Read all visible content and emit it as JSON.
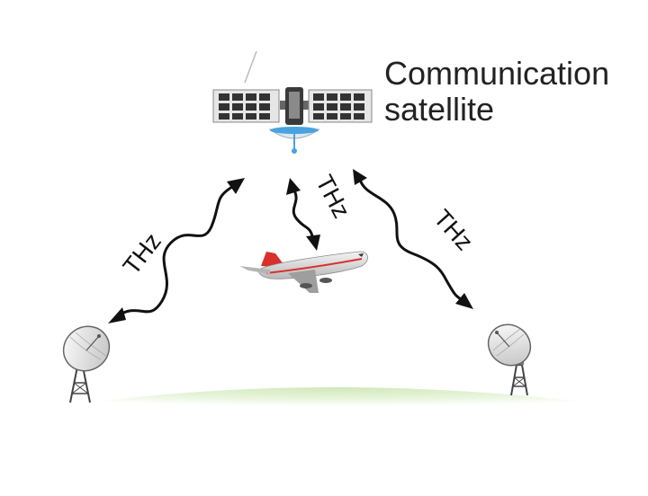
{
  "satellite": {
    "label_line1": "Communication",
    "label_line2": "satellite"
  },
  "links": [
    {
      "label": "THz",
      "from": "left-ground-station",
      "to": "satellite"
    },
    {
      "label": "THz",
      "from": "satellite",
      "to": "airplane"
    },
    {
      "label": "THz",
      "from": "satellite",
      "to": "right-ground-station"
    }
  ],
  "icons": [
    "satellite-icon",
    "airplane-icon",
    "dish-antenna-icon",
    "ground-icon"
  ],
  "colors": {
    "arrow": "#111111",
    "ground": "#d6ecc4",
    "airplane_accent": "#d9302a",
    "panel": "#444444"
  }
}
